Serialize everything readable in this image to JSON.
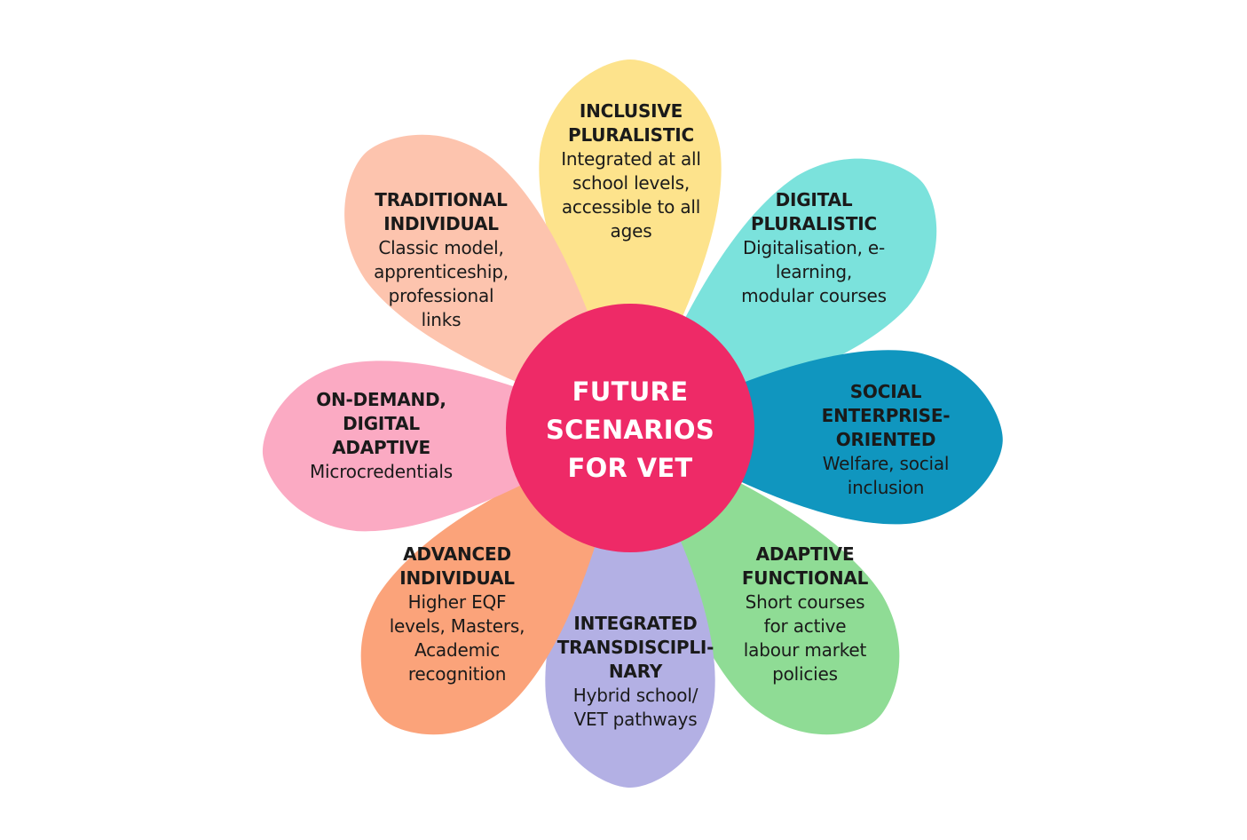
{
  "center": {
    "lines": [
      "FUTURE",
      "SCENARIOS",
      "FOR VET"
    ],
    "color": "#ee2a67"
  },
  "petals": [
    {
      "id": "inclusive-pluralistic",
      "title": [
        "INCLUSIVE",
        "PLURALISTIC"
      ],
      "description": [
        "Integrated at all",
        "school levels,",
        "accessible to all",
        "ages"
      ],
      "color": "#fde38c"
    },
    {
      "id": "digital-pluralistic",
      "title": [
        "DIGITAL",
        "PLURALISTIC"
      ],
      "description": [
        "Digitalisation, e-",
        "learning,",
        "modular courses"
      ],
      "color": "#7be2dc"
    },
    {
      "id": "social-enterprise-oriented",
      "title": [
        "SOCIAL",
        "ENTERPRISE-",
        "ORIENTED"
      ],
      "description": [
        "Welfare, social",
        "inclusion"
      ],
      "color": "#1096bf"
    },
    {
      "id": "adaptive-functional",
      "title": [
        "ADAPTIVE",
        "FUNCTIONAL"
      ],
      "description": [
        "Short courses",
        "for active",
        "labour market",
        "policies"
      ],
      "color": "#8fdc95"
    },
    {
      "id": "integrated-transdisciplinary",
      "title": [
        "INTEGRATED",
        "TRANSDISCIPLI-",
        "NARY"
      ],
      "description": [
        "Hybrid school/",
        "VET pathways"
      ],
      "color": "#b3b0e4"
    },
    {
      "id": "advanced-individual",
      "title": [
        "ADVANCED",
        "INDIVIDUAL"
      ],
      "description": [
        "Higher EQF",
        "levels, Masters,",
        "Academic",
        "recognition"
      ],
      "color": "#fba37a"
    },
    {
      "id": "on-demand-digital-adaptive",
      "title": [
        "ON-DEMAND,",
        "DIGITAL",
        "ADAPTIVE"
      ],
      "description": [
        "Microcredentials"
      ],
      "color": "#fbaac3"
    },
    {
      "id": "traditional-individual",
      "title": [
        "TRADITIONAL",
        "INDIVIDUAL"
      ],
      "description": [
        "Classic model,",
        "apprenticeship,",
        "professional",
        "links"
      ],
      "color": "#fdc4ae"
    }
  ]
}
